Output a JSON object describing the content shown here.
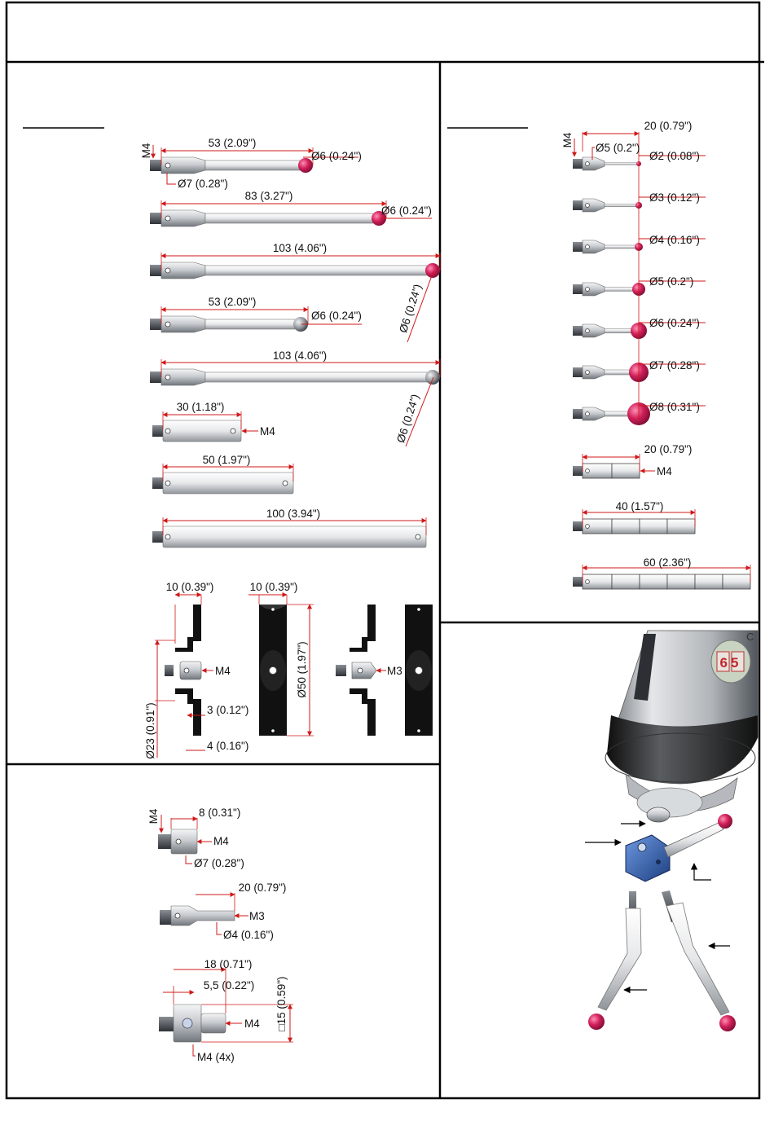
{
  "left_top": {
    "styli": [
      {
        "length": "53 (2.09\")",
        "tip": "Ø6 (0.24\")",
        "ball": "ruby",
        "thread": "M4",
        "body": "Ø7 (0.28\")"
      },
      {
        "length": "83 (3.27\")",
        "tip": "Ø6 (0.24\")",
        "ball": "ruby"
      },
      {
        "length": "103 (4.06\")",
        "tip": "Ø6 (0.24\")",
        "ball": "ruby"
      },
      {
        "length": "53 (2.09\")",
        "tip": "Ø6 (0.24\")",
        "ball": "steel"
      },
      {
        "length": "103 (4.06\")",
        "tip": "Ø6 (0.24\")",
        "ball": "steel"
      }
    ],
    "extensions": [
      {
        "length": "30 (1.18\")",
        "thread": "M4"
      },
      {
        "length": "50 (1.97\")"
      },
      {
        "length": "100 (3.94\")"
      }
    ],
    "star_center": {
      "width_a": "10 (0.39\")",
      "width_b": "10 (0.39\")",
      "thread_a": "M4",
      "thread_b": "M3",
      "disc": "Ø50 (1.97\")",
      "height": "Ø23 (0.91\")",
      "t1": "3 (0.12\")",
      "t2": "4 (0.16\")"
    }
  },
  "left_bottom": {
    "adapter1": {
      "thread_label": "M4",
      "length": "8 (0.31\")",
      "thread_end": "M4",
      "dia": "Ø7 (0.28\")"
    },
    "adapter2": {
      "length": "20 (0.79\")",
      "thread_end": "M3",
      "dia": "Ø4 (0.16\")"
    },
    "adapter3": {
      "length": "18 (0.71\")",
      "offset": "5,5 (0.22\")",
      "square": "□15 (0.59\")",
      "thread_end": "M4",
      "side_threads": "M4 (4x)"
    }
  },
  "right_top": {
    "header_length": "20 (0.79\")",
    "thread": "M4",
    "shank": "Ø5 (0.2\")",
    "styli": [
      "Ø2 (0.08\")",
      "Ø3 (0.12\")",
      "Ø4 (0.16\")",
      "Ø5 (0.2\")",
      "Ø6 (0.24\")",
      "Ø7 (0.28\")",
      "Ø8 (0.31\")"
    ],
    "extensions": [
      {
        "length": "20 (0.79\")",
        "thread": "M4"
      },
      {
        "length": "40 (1.57\")"
      },
      {
        "length": "60 (2.36\")"
      }
    ]
  },
  "right_bottom": {
    "display_digits": "65",
    "probe_label": "C"
  },
  "colors": {
    "ruby": "#d1205a",
    "dimension": "#d01818",
    "steel": "#9aa0a6",
    "cube": "#2a5aa8"
  }
}
